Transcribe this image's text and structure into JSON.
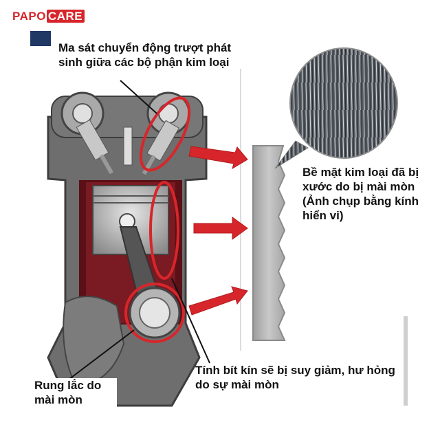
{
  "brand": {
    "part1": "PAPO",
    "part2": "CARE"
  },
  "labels": {
    "friction": "Ma sát chuyển động trượt phát sinh giữa các bộ phận kim loại",
    "surface": "Bề mặt kim loại đã bị xước do bị mài mòn (Ảnh chụp bằng kính hiển vi)",
    "seal": "Tính bít kín sẽ bị suy giảm, hư hỏng do sự mài mòn",
    "vibration": "Rung lắc do mài mòn"
  },
  "colors": {
    "accent": "#d7262b",
    "navy": "#1f3864",
    "engine_grey": "#6e6e6e",
    "panel_grey": "#b9b9b9"
  }
}
